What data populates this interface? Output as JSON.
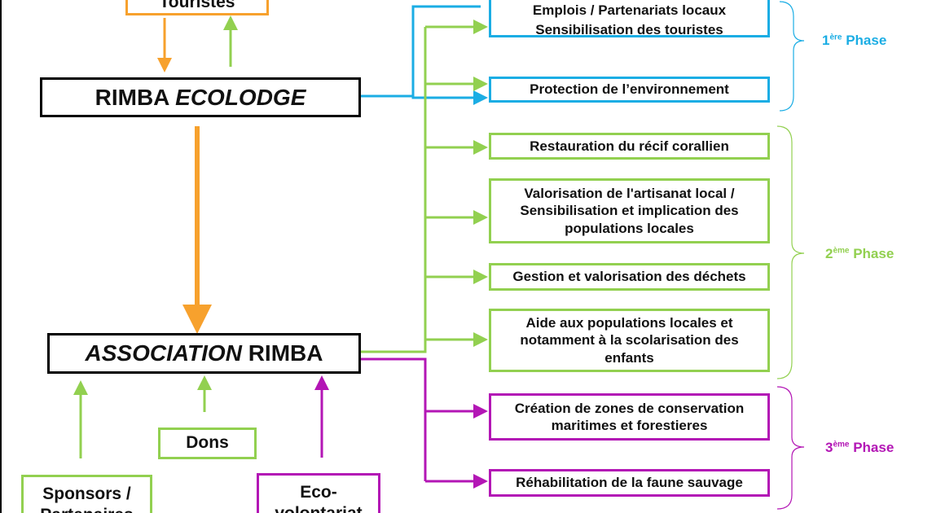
{
  "colors": {
    "orange": "#F7A12D",
    "green": "#92D050",
    "blue": "#1BADE4",
    "purple": "#B316B5"
  },
  "left": {
    "touristes": "Touristes",
    "ecolodge_a": "RIMBA ",
    "ecolodge_b": "ECOLODGE",
    "assoc_a": "ASSOCIATION",
    "assoc_b": " RIMBA",
    "dons": "Dons",
    "sponsors_1": "Sponsors /",
    "sponsors_2": "Partenaires",
    "eco_1": "Eco-",
    "eco_2": "volontariat"
  },
  "right": {
    "emplois": "Emplois / Partenariats locaux",
    "sensibilisation": "Sensibilisation des touristes",
    "protection": "Protection de l’environnement",
    "restauration": "Restauration du récif corallien",
    "valorisation": "Valorisation de l'artisanat local / Sensibilisation et implication des populations locales",
    "gestion": "Gestion et valorisation des déchets",
    "aide": "Aide aux populations locales et notamment à la scolarisation des enfants",
    "creation": "Création de zones de conservation maritimes et forestieres",
    "rehabilitation": "Réhabilitation de la faune sauvage"
  },
  "phases": [
    {
      "num": "1",
      "sup": "ère",
      "label": " Phase"
    },
    {
      "num": "2",
      "sup": "ème",
      "label": " Phase"
    },
    {
      "num": "3",
      "sup": "ème",
      "label": " Phase"
    }
  ]
}
